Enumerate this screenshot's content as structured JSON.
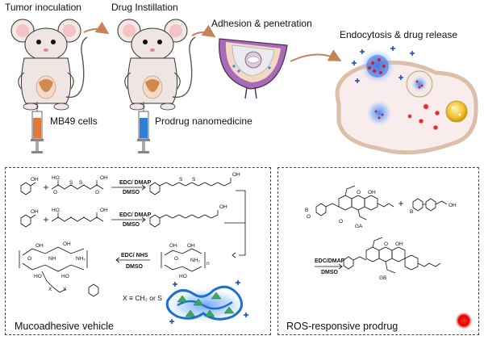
{
  "stages": {
    "tumor_inoculation": "Tumor inoculation",
    "drug_instillation": "Drug Instillation",
    "adhesion_penetration": "Adhesion & penetration",
    "endocytosis_release": "Endocytosis & drug release"
  },
  "syringe_labels": {
    "mb49": "MB49 cells",
    "prodrug": "Prodrug nanomedicine"
  },
  "panels": {
    "left": {
      "title": "Mucoadhesive vehicle",
      "reagents": [
        "EDC/ DMAP",
        "DMSO",
        "EDC/ DMAP",
        "DMSO",
        "EDC/ NHS",
        "DMSO"
      ],
      "legend": "X ≡ CH₂ or S"
    },
    "right": {
      "title": "ROS-responsive prodrug",
      "reagents": [
        "EDC/DMAP",
        "DMSO"
      ],
      "compounds": [
        "GA",
        "GB"
      ]
    }
  },
  "colors": {
    "arrow": "#c8825a",
    "bladder_wall": "#7a4a8a",
    "cell_membrane": "#d9b8a0",
    "nanoparticle_blue": "#3b82f6",
    "drug_red": "#d9142b",
    "dot_yellow": "#f1c232",
    "polymer_blue": "#1f6fd1",
    "triangle_green": "#3aaa5a"
  }
}
